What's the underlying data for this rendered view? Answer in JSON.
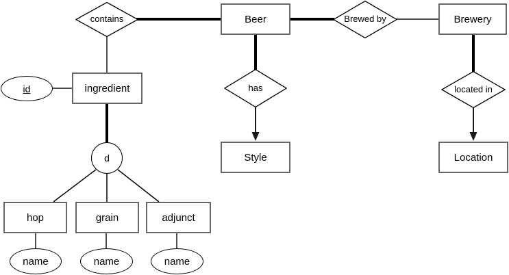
{
  "diagram_type": "er-diagram",
  "colors": {
    "background": "#ffffff",
    "entity_border": "#666666",
    "shape_border": "#000000",
    "connector": "#4d4d4d",
    "strong_connector": "#000000",
    "text": "#000000"
  },
  "diagram": {
    "entities": {
      "beer": "Beer",
      "brewery": "Brewery",
      "ingredient": "ingredient",
      "style": "Style",
      "location": "Location",
      "hop": "hop",
      "grain": "grain",
      "adjunct": "adjunct"
    },
    "relationships": {
      "contains": "contains",
      "brewed_by": "Brewed by",
      "has": "has",
      "located_in": "located in"
    },
    "attributes": {
      "id": "id",
      "hop_name": "name",
      "grain_name": "name",
      "adjunct_name": "name"
    },
    "specialization": {
      "d": "d"
    }
  }
}
